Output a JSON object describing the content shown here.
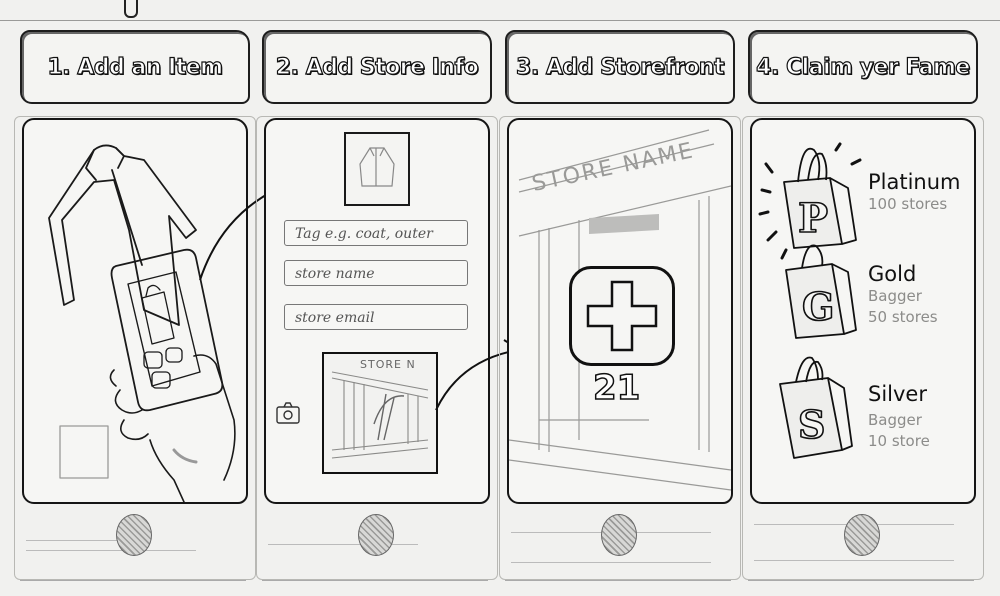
{
  "sketch": {
    "panels": [
      {
        "step": "1",
        "title": "1. Add an Item",
        "scene": "hand holding phone photographing a coat",
        "icons": [
          "coat-icon",
          "phone-camera-icon",
          "thumbnail-placeholder-icon"
        ]
      },
      {
        "step": "2",
        "title": "2. Add Store Info",
        "thumbnail": "coat photo",
        "fields": [
          {
            "placeholder": "Tag e.g. coat, outer"
          },
          {
            "placeholder": "store name"
          },
          {
            "placeholder": "store email"
          }
        ],
        "storefront_photo_label": "STORE N",
        "icons": [
          "camera-icon"
        ]
      },
      {
        "step": "3",
        "title": "3. Add Storefront",
        "store_sign": "STORE NAME",
        "add_button_symbol": "+",
        "count": "21"
      },
      {
        "step": "4",
        "title": "4. Claim yer Fame",
        "tiers": [
          {
            "letter": "P",
            "name": "Platinum",
            "subtitle": "",
            "requirement": "100 stores"
          },
          {
            "letter": "G",
            "name": "Gold",
            "subtitle": "Bagger",
            "requirement": "50 stores"
          },
          {
            "letter": "S",
            "name": "Silver",
            "subtitle": "Bagger",
            "requirement": "10 store"
          }
        ]
      }
    ]
  }
}
